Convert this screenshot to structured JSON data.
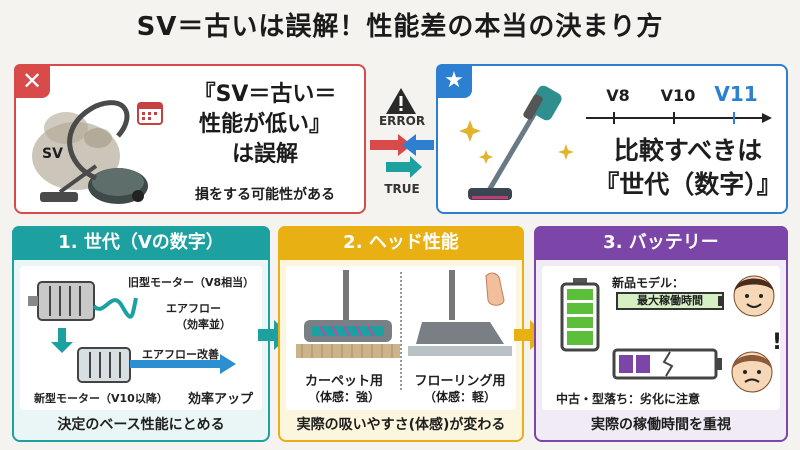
{
  "title": "SV＝古いは誤解！性能差の本当の決まり方",
  "myth": {
    "line1": "『SV＝古い＝",
    "line2": "性能が低い』",
    "line3": "は誤解",
    "sub": "損をする可能性がある",
    "sv_label": "SV"
  },
  "middle": {
    "error_label": "ERROR",
    "true_label": "TRUE"
  },
  "truth": {
    "versions": [
      "V8",
      "V10",
      "V11"
    ],
    "line1": "比較すべきは",
    "line2": "『世代（数字）』"
  },
  "panels": [
    {
      "header": "1. 世代（Vの数字）",
      "old_motor": "旧型モーター（V8相当）",
      "airflow": "エアフロー",
      "airflow_eff": "（効率並）",
      "airflow_up": "エアフロー改善",
      "new_motor": "新型モーター（V10以降）",
      "eff_up": "効率アップ",
      "footer": "決定のベース性能にとめる"
    },
    {
      "header": "2. ヘッド性能",
      "carpet": "カーペット用",
      "carpet_feel": "（体感：強）",
      "floor": "フローリング用",
      "floor_feel": "（体感：軽）",
      "footer": "実際の吸いやすさ(体感)が変わる"
    },
    {
      "header": "3. バッテリー",
      "new_model": "新品モデル：",
      "max_time": "最大稼働時間",
      "used": "中古・型落ち：劣化に注意",
      "footer": "実際の稼働時間を重視"
    }
  ],
  "colors": {
    "error": "#d94a4a",
    "true": "#2c7fd1",
    "teal": "#1da0a0",
    "yellow": "#e8b012",
    "purple": "#7b46a8",
    "battery_green": "#5cbf3a"
  }
}
